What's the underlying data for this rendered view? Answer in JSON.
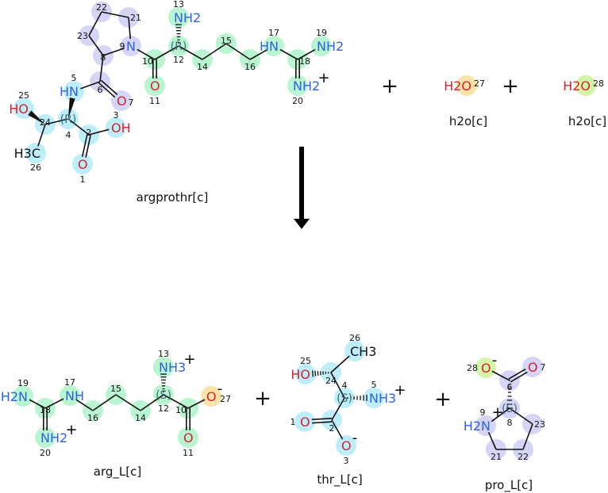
{
  "reaction": {
    "plus_sign": "+",
    "arrow_icon": "down-arrow-icon",
    "reactants": [
      "argprothr",
      "h2o27",
      "h2o28"
    ],
    "products": [
      "arg_L",
      "thr_L",
      "pro_L"
    ]
  },
  "colors": {
    "purple_highlight": "#d5d5f7",
    "green_highlight": "#b8f5d0",
    "blue_highlight": "#bdeefa",
    "orange_highlight": "#fde3a7",
    "lime_highlight": "#d4f5a8",
    "nitrogen": "#2f62e0",
    "oxygen": "#d8202e"
  },
  "molecules": {
    "argprothr": {
      "name": "argprothr[c]",
      "labels": {
        "1": "O",
        "3": "OH",
        "5": "HN",
        "7": "O",
        "9": "N",
        "11": "O",
        "13": "NH2",
        "17": "HN",
        "19": "NH2",
        "20": "NH2",
        "25": "HO",
        "26": "H3C"
      },
      "stereo": {
        "4": "(R)",
        "12": "(R)"
      },
      "charges": {
        "20": "+"
      }
    },
    "h2o27": {
      "name": "h2o[c]",
      "labels": {
        "27": "H2O"
      },
      "stereo": {},
      "charges": {}
    },
    "h2o28": {
      "name": "h2o[c]",
      "labels": {
        "28": "H2O"
      },
      "stereo": {},
      "charges": {}
    },
    "arg_L": {
      "name": "arg_L[c]",
      "labels": {
        "19": "H2N",
        "20": "NH2",
        "17": "NH",
        "13": "NH3",
        "11": "O",
        "27": "O"
      },
      "stereo": {
        "12": "(S)"
      },
      "charges": {
        "20": "+",
        "13": "+",
        "27": "-"
      }
    },
    "thr_L": {
      "name": "thr_L[c]",
      "labels": {
        "26": "CH3",
        "25": "HO",
        "5": "NH3",
        "1": "O",
        "3": "O"
      },
      "stereo": {
        "4": "(S)"
      },
      "charges": {
        "5": "+",
        "3": "-"
      }
    },
    "pro_L": {
      "name": "pro_L[c]",
      "labels": {
        "28": "O",
        "7": "O",
        "9": "H2N"
      },
      "stereo": {
        "8": "(S)"
      },
      "charges": {
        "28": "-",
        "9": "+"
      }
    }
  }
}
